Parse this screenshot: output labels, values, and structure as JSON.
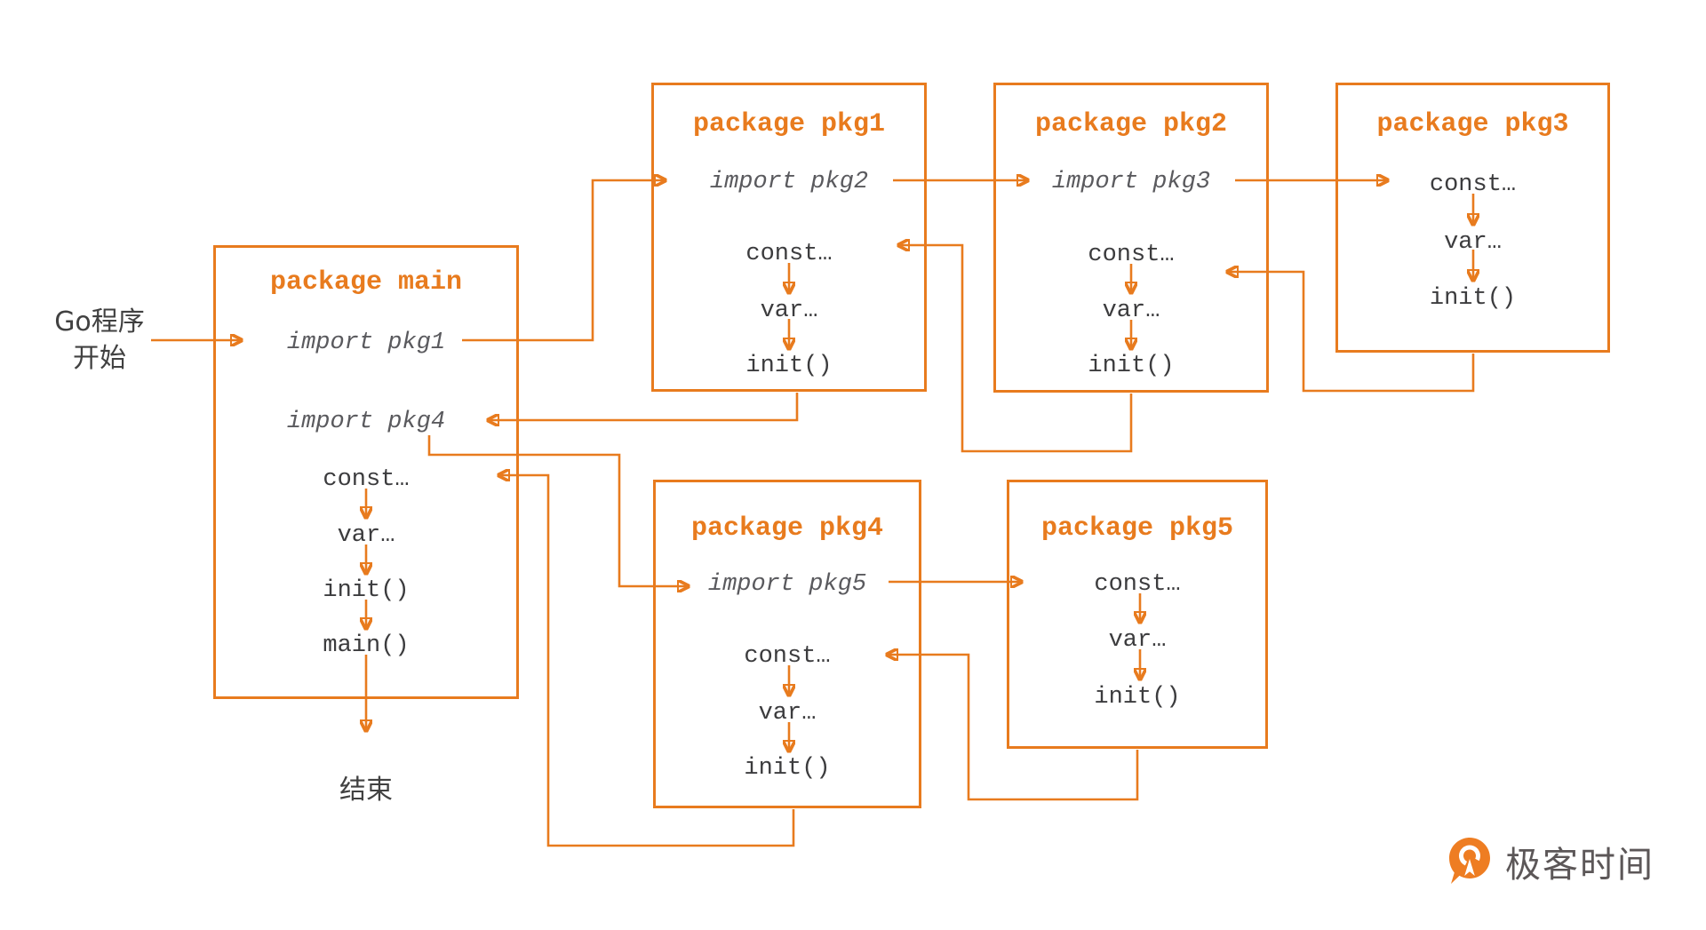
{
  "start_label": {
    "line1": "Go程序",
    "line2": "开始"
  },
  "end_label": "结束",
  "boxes": {
    "main": {
      "title": "package main",
      "items": [
        "import pkg1",
        "import pkg4",
        "const…",
        "var…",
        "init()",
        "main()"
      ]
    },
    "pkg1": {
      "title": "package pkg1",
      "items": [
        "import pkg2",
        "const…",
        "var…",
        "init()"
      ]
    },
    "pkg2": {
      "title": "package pkg2",
      "items": [
        "import pkg3",
        "const…",
        "var…",
        "init()"
      ]
    },
    "pkg3": {
      "title": "package pkg3",
      "items": [
        "const…",
        "var…",
        "init()"
      ]
    },
    "pkg4": {
      "title": "package pkg4",
      "items": [
        "import pkg5",
        "const…",
        "var…",
        "init()"
      ]
    },
    "pkg5": {
      "title": "package pkg5",
      "items": [
        "const…",
        "var…",
        "init()"
      ]
    }
  },
  "logo": {
    "text": "极客时间",
    "mark": "geektime-pin-icon"
  },
  "colors": {
    "accent_orange": "#e87b1e",
    "code_text": "#3c3c3e",
    "import_text": "#5a5a5e",
    "label_text": "#414141",
    "logo_text": "#5c5758",
    "background": "#ffffff"
  }
}
